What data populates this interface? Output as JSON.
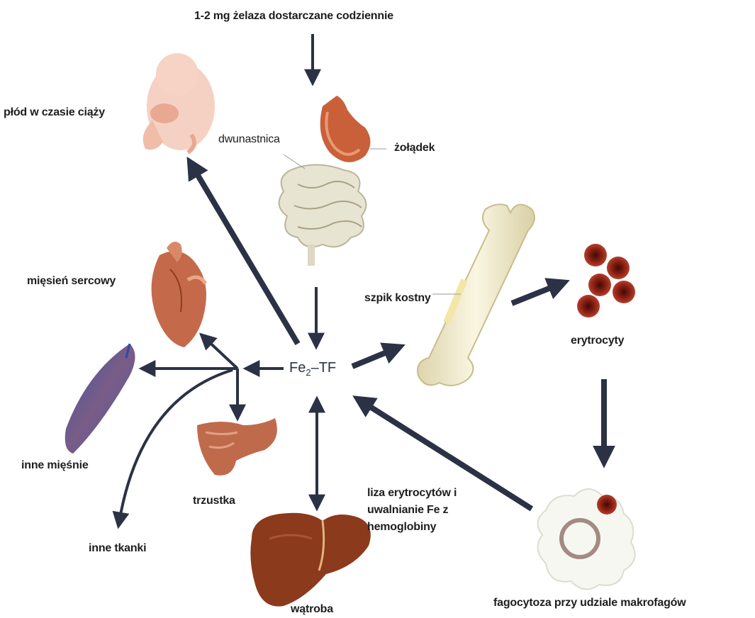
{
  "title": "1-2 mg żelaza dostarczane codziennie",
  "center_node": {
    "main": "Fe",
    "subscript": "2",
    "suffix": "–TF"
  },
  "labels": {
    "fetus": "płód w czasie ciąży",
    "duodenum": "dwunastnica",
    "stomach": "żołądek",
    "heart": "mięsień sercowy",
    "bone_marrow": "szpik kostny",
    "erythrocytes": "erytrocyty",
    "other_muscles": "inne mięśnie",
    "pancreas": "trzustka",
    "other_tissues": "inne tkanki",
    "lysis": "liza erytrocytów i uwalnianie Fe z hemoglobiny",
    "liver": "wątroba",
    "phagocytosis": "fagocytoza przy udziale makrofagów"
  },
  "colors": {
    "arrow": "#2b3245",
    "liver": "#8b3a1c",
    "stomach": "#c9603a",
    "heart": "#c46a4a",
    "muscle": "#6a5b88",
    "erythrocyte": "#8a1e12",
    "bone": "#efe9c8"
  }
}
